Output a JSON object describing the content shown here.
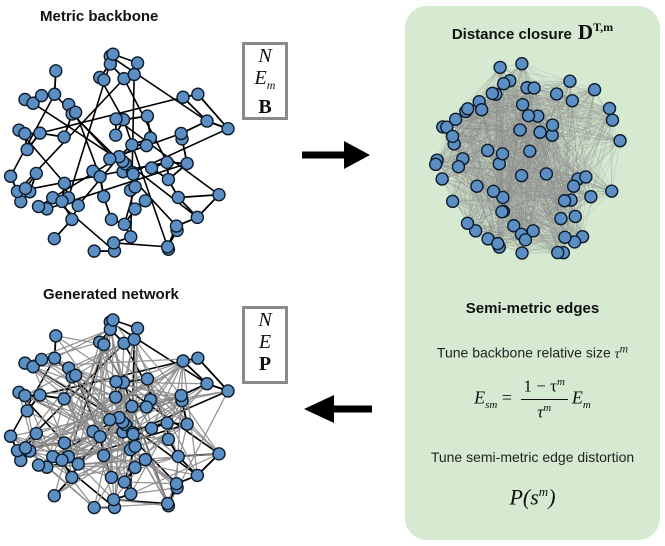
{
  "titles": {
    "backbone": "Metric backbone",
    "generated": "Generated network"
  },
  "param_box_top": {
    "n": "N",
    "e": "E",
    "e_sub": "m",
    "b": "B"
  },
  "param_box_bottom": {
    "n": "N",
    "e": "E",
    "p": "P"
  },
  "panel": {
    "title": "Distance closure",
    "title_symbol": "D",
    "title_symbol_sup": "T,m",
    "semi_title": "Semi-metric edges",
    "desc_size": "Tune backbone relative size",
    "desc_size_symbol": "τ",
    "desc_size_sup": "m",
    "formula_lhs": "E",
    "formula_lhs_sub": "sm",
    "formula_num": "1 − τ",
    "formula_den": "τ",
    "formula_sup": "m",
    "formula_rhs": "E",
    "formula_rhs_sub": "m",
    "desc_dist": "Tune semi-metric edge distortion",
    "dist_symbol": "P(s",
    "dist_sup": "m",
    "dist_close": ")"
  },
  "colors": {
    "node_fill": "#5b8fc3",
    "node_stroke": "#0d1b2a",
    "metric_edge": "#000000",
    "semimetric_edge": "#8c8c8c",
    "panel_bg": "#d5ead1",
    "box_border": "#8a8a8a"
  }
}
